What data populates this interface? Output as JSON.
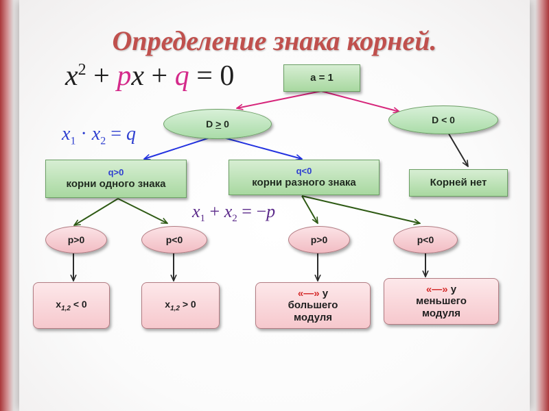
{
  "title": "Определение знака корней.",
  "formulas": {
    "quadratic": {
      "x": "x",
      "sq": "2",
      "plus1": "+",
      "p": "p",
      "x2": "x",
      "plus2": "+",
      "q": "q",
      "eq": "=",
      "zero": "0"
    },
    "product": {
      "x1": "x",
      "s1": "1",
      "dot": "·",
      "x2": "x",
      "s2": "2",
      "eq": "=",
      "q": "q"
    },
    "sum": {
      "x1": "x",
      "s1": "1",
      "plus": "+",
      "x2": "x",
      "s2": "2",
      "eq": "=",
      "minus": "−",
      "p": "p"
    }
  },
  "nodes": {
    "a1": "a = 1",
    "d_ge": {
      "left": "D ",
      "ge": ">",
      "right": " 0"
    },
    "d_lt": "D < 0",
    "no_roots": "Корней нет",
    "q_pos": {
      "cond": "q>0",
      "text": "корни одного знака"
    },
    "q_neg": {
      "cond": "q<0",
      "text": "корни разного знака"
    },
    "p1": "p>0",
    "p2": "p<0",
    "p3": "p>0",
    "p4": "p<0",
    "r1": {
      "x": "x",
      "sub": "1,2",
      "rest": " < 0"
    },
    "r2": {
      "x": "x",
      "sub": "1,2",
      "rest": " > 0"
    },
    "r3": {
      "mark": "«—»",
      "text1": " у",
      "text2": "большего",
      "text3": "модуля"
    },
    "r4": {
      "mark": "«—»",
      "text1": " у",
      "text2": "меньшего",
      "text3": "модуля"
    }
  },
  "colors": {
    "title": "#c0504d",
    "arrow_magenta": "#d6257a",
    "arrow_blue": "#2332e0",
    "arrow_green": "#2e5a14",
    "arrow_dark": "#2b2b2b",
    "condition_blue": "#2e3fd0",
    "mark_red": "#d42a2a"
  }
}
